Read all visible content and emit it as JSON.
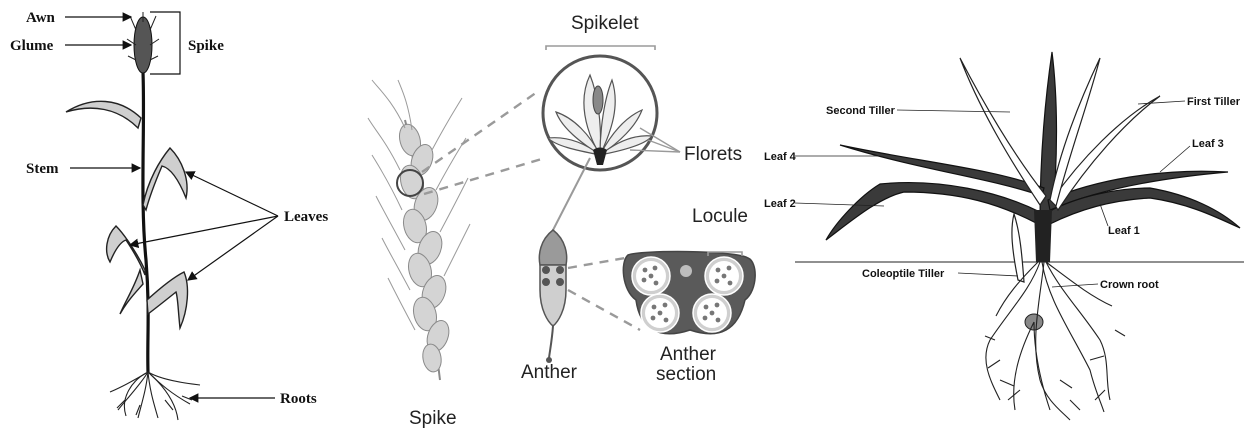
{
  "panel_a": {
    "labels": {
      "awn": "Awn",
      "glume": "Glume",
      "spike": "Spike",
      "stem": "Stem",
      "leaves": "Leaves",
      "roots": "Roots"
    }
  },
  "panel_b": {
    "labels": {
      "spikelet": "Spikelet",
      "florets": "Florets",
      "locule": "Locule",
      "anther": "Anther",
      "anther_section_1": "Anther",
      "anther_section_2": "section",
      "spike": "Spike"
    },
    "colors": {
      "gray_fill": "#cfcfcf",
      "dark_outline": "#555555",
      "dash_gray": "#9a9a9a"
    }
  },
  "panel_c": {
    "labels": {
      "second_tiller": "Second Tiller",
      "first_tiller": "First Tiller",
      "leaf_4": "Leaf 4",
      "leaf_3": "Leaf 3",
      "leaf_2": "Leaf 2",
      "leaf_1": "Leaf 1",
      "coleoptile_tiller": "Coleoptile Tiller",
      "crown_root": "Crown root"
    },
    "colors": {
      "leaf_fill": "#3a3a3a"
    }
  }
}
